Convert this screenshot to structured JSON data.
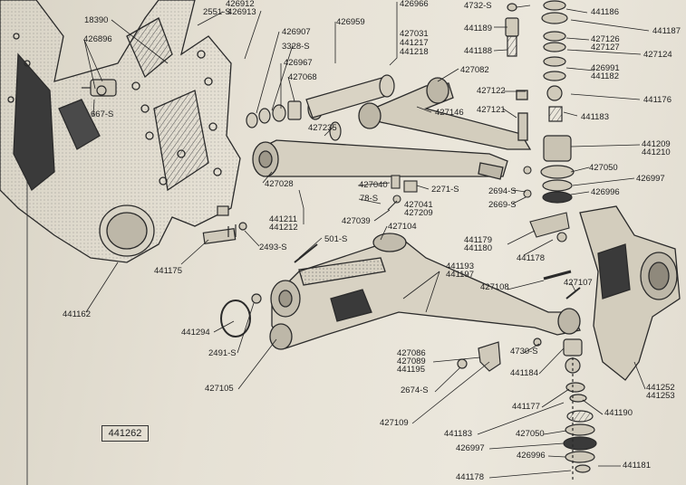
{
  "plate_number": "441262",
  "labels": {
    "l426912": "426912",
    "l426913": "426913",
    "l2551": "2551-S",
    "l18390": "18390",
    "l426896": "426896",
    "l426907": "426907",
    "l3328": "3328-S",
    "l426967": "426967",
    "l427068": "427068",
    "l426959": "426959",
    "l426966": "426966",
    "l427031": "427031",
    "l441217": "441217",
    "l441218": "441218",
    "l427082": "427082",
    "l4732": "4732-S",
    "l441189": "441189",
    "l441188": "441188",
    "l441186": "441186",
    "l441187": "441187",
    "l427126": "427126",
    "l427127": "427127",
    "l427124": "427124",
    "l426991": "426991",
    "l441182": "441182",
    "l441176": "441176",
    "l667": "667-S",
    "l427235": "427235",
    "l427146": "427146",
    "l427122": "427122",
    "l427121": "427121",
    "l441183a": "441183",
    "l441209": "441209",
    "l441210": "441210",
    "l427050a": "427050",
    "l426997a": "426997",
    "l426996a": "426996",
    "l427028": "427028",
    "l427040": "427040",
    "l2271": "2271-S",
    "l78": "78-S",
    "l427041": "427041",
    "l427209": "427209",
    "l2694": "2694-S",
    "l2669": "2669-S",
    "l427039": "427039",
    "l441211": "441211",
    "l441212": "441212",
    "l427104": "427104",
    "l501": "501-S",
    "l2493": "2493-S",
    "l441179": "441179",
    "l441180": "441180",
    "l441178a": "441178",
    "l441175": "441175",
    "l441193": "441193",
    "l441197": "441197",
    "l427108": "427108",
    "l427107": "427107",
    "l441162": "441162",
    "l441294": "441294",
    "l2491": "2491-S",
    "l427086": "427086",
    "l427089": "427089",
    "l441195": "441195",
    "l4730": "4730-S",
    "l441184": "441184",
    "l427105": "427105",
    "l2674": "2674-S",
    "l441252": "441252",
    "l441253": "441253",
    "l441177": "441177",
    "l441190": "441190",
    "l427109": "427109",
    "l441183b": "441183",
    "l427050b": "427050",
    "l426997b": "426997",
    "l426996b": "426996",
    "l441181": "441181",
    "l441178b": "441178"
  }
}
